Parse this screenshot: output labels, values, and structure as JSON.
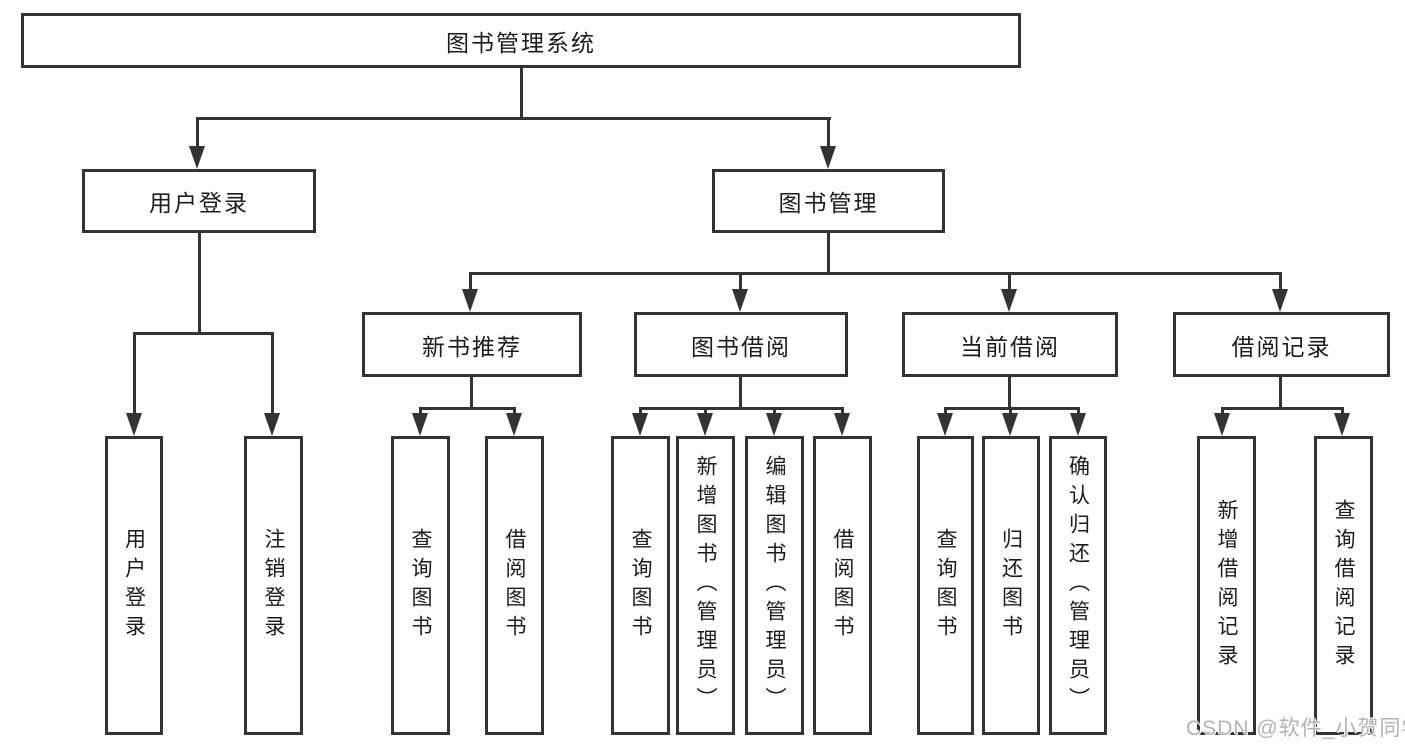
{
  "watermark": "CSDN @软件_小贺同学",
  "colors": {
    "line": "#333333",
    "text": "#1c1c1c",
    "watermark_gray": "#b3b3b3",
    "background": "#ffffff"
  },
  "tree": {
    "label": "图书管理系统",
    "children": [
      {
        "label": "用户登录",
        "children": [
          {
            "label": "用户登录"
          },
          {
            "label": "注销登录"
          }
        ]
      },
      {
        "label": "图书管理",
        "children": [
          {
            "label": "新书推荐",
            "children": [
              {
                "label": "查询图书"
              },
              {
                "label": "借阅图书"
              }
            ]
          },
          {
            "label": "图书借阅",
            "children": [
              {
                "label": "查询图书"
              },
              {
                "label": "新增图书（管理员）"
              },
              {
                "label": "编辑图书（管理员）"
              },
              {
                "label": "借阅图书"
              }
            ]
          },
          {
            "label": "当前借阅",
            "children": [
              {
                "label": "查询图书"
              },
              {
                "label": "归还图书"
              },
              {
                "label": "确认归还（管理员）"
              }
            ]
          },
          {
            "label": "借阅记录",
            "children": [
              {
                "label": "新增借阅记录"
              },
              {
                "label": "查询借阅记录"
              }
            ]
          }
        ]
      }
    ]
  }
}
